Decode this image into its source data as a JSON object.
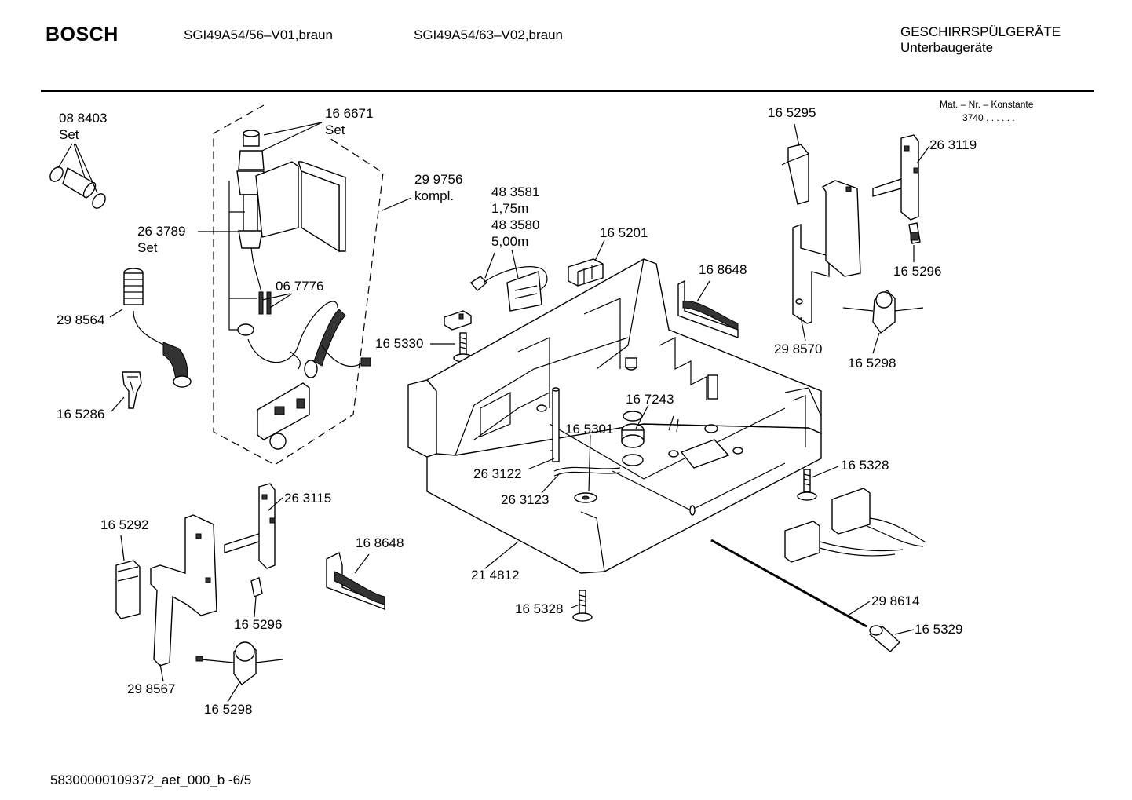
{
  "header": {
    "brand": "BOSCH",
    "model_1": "SGI49A54/56–V01,braun",
    "model_2": "SGI49A54/63–V02,braun",
    "category": "GESCHIRRSPÜLGERÄTE",
    "subcategory": "Unterbaugeräte"
  },
  "constant_box": {
    "title": "Mat. – Nr. – Konstante",
    "value": "3740 . . . . . ."
  },
  "labels": {
    "p088403": "08 8403",
    "p088403_note": "Set",
    "p166671": "16 6671",
    "p166671_note": "Set",
    "p299756": "29 9756",
    "p299756_note": "kompl.",
    "p263789": "26 3789",
    "p263789_note": "Set",
    "p298564": "29 8564",
    "p067776": "06 7776",
    "p165286": "16 5286",
    "p483581": "48 3581",
    "p483581_note": "1,75m",
    "p483580": "48 3580",
    "p483580_note": "5,00m",
    "p165201": "16 5201",
    "p168648_top": "16 8648",
    "p165330": "16 5330",
    "p165295": "16 5295",
    "p263119": "26 3119",
    "p165296_right": "16 5296",
    "p298570": "29 8570",
    "p165298_right": "16 5298",
    "p167243": "16 7243",
    "p165301": "16 5301",
    "p263122": "26 3122",
    "p263123": "26 3123",
    "p165328_right": "16 5328",
    "p165292": "16 5292",
    "p263115": "26 3115",
    "p168648_bottom": "16 8648",
    "p214812": "21 4812",
    "p165328_bottom": "16 5328",
    "p298614": "29 8614",
    "p165329": "16 5329",
    "p165296_left": "16 5296",
    "p298567": "29 8567",
    "p165298_left": "16 5298"
  },
  "footer": {
    "document_id": "58300000109372_aet_000_b  -6/5"
  }
}
